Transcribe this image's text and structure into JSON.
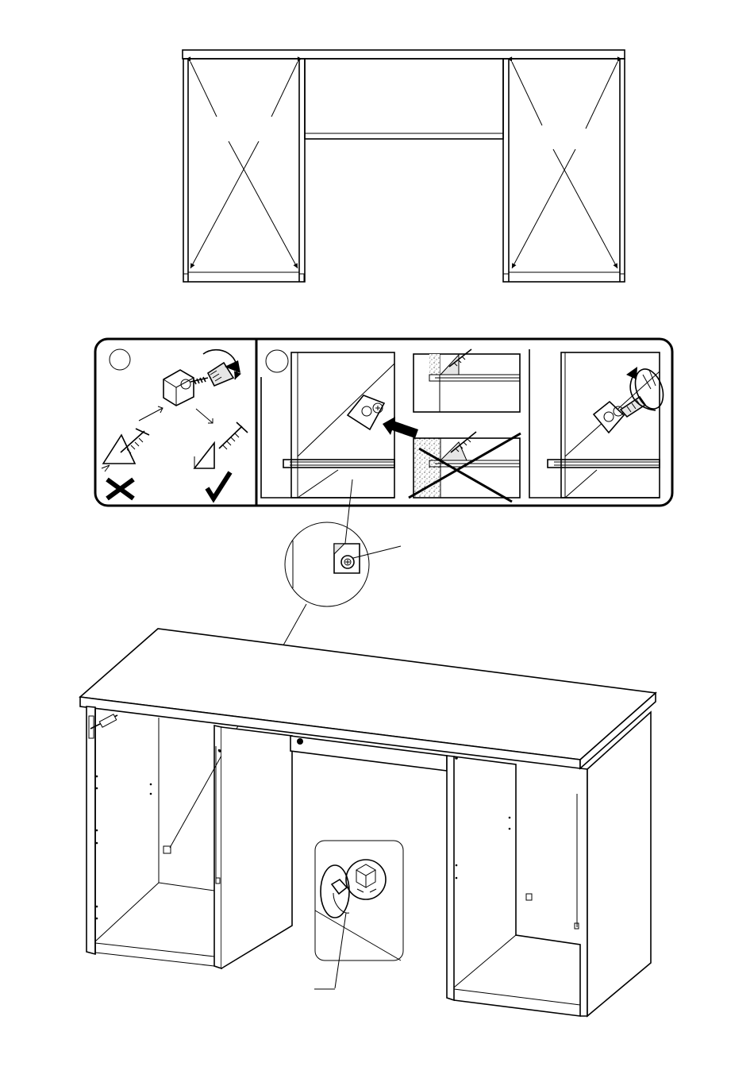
{
  "figure": {
    "kind": "furniture-assembly-instruction",
    "sections": [
      {
        "id": "front-view",
        "description_key": "desk-front-elevation"
      },
      {
        "id": "instruction-strip",
        "panels": [
          "step-1",
          "step-2"
        ]
      },
      {
        "id": "detail-callout"
      },
      {
        "id": "perspective-view"
      }
    ],
    "colors": {
      "line": "#000000",
      "background": "#ffffff",
      "hatch": "#d9d9d9"
    },
    "icons": [
      "cross-icon",
      "check-icon",
      "rotate-arrow-icon",
      "push-arrow-icon",
      "screw-icon",
      "corner-bracket-icon"
    ],
    "step_labels": [
      "",
      ""
    ]
  }
}
